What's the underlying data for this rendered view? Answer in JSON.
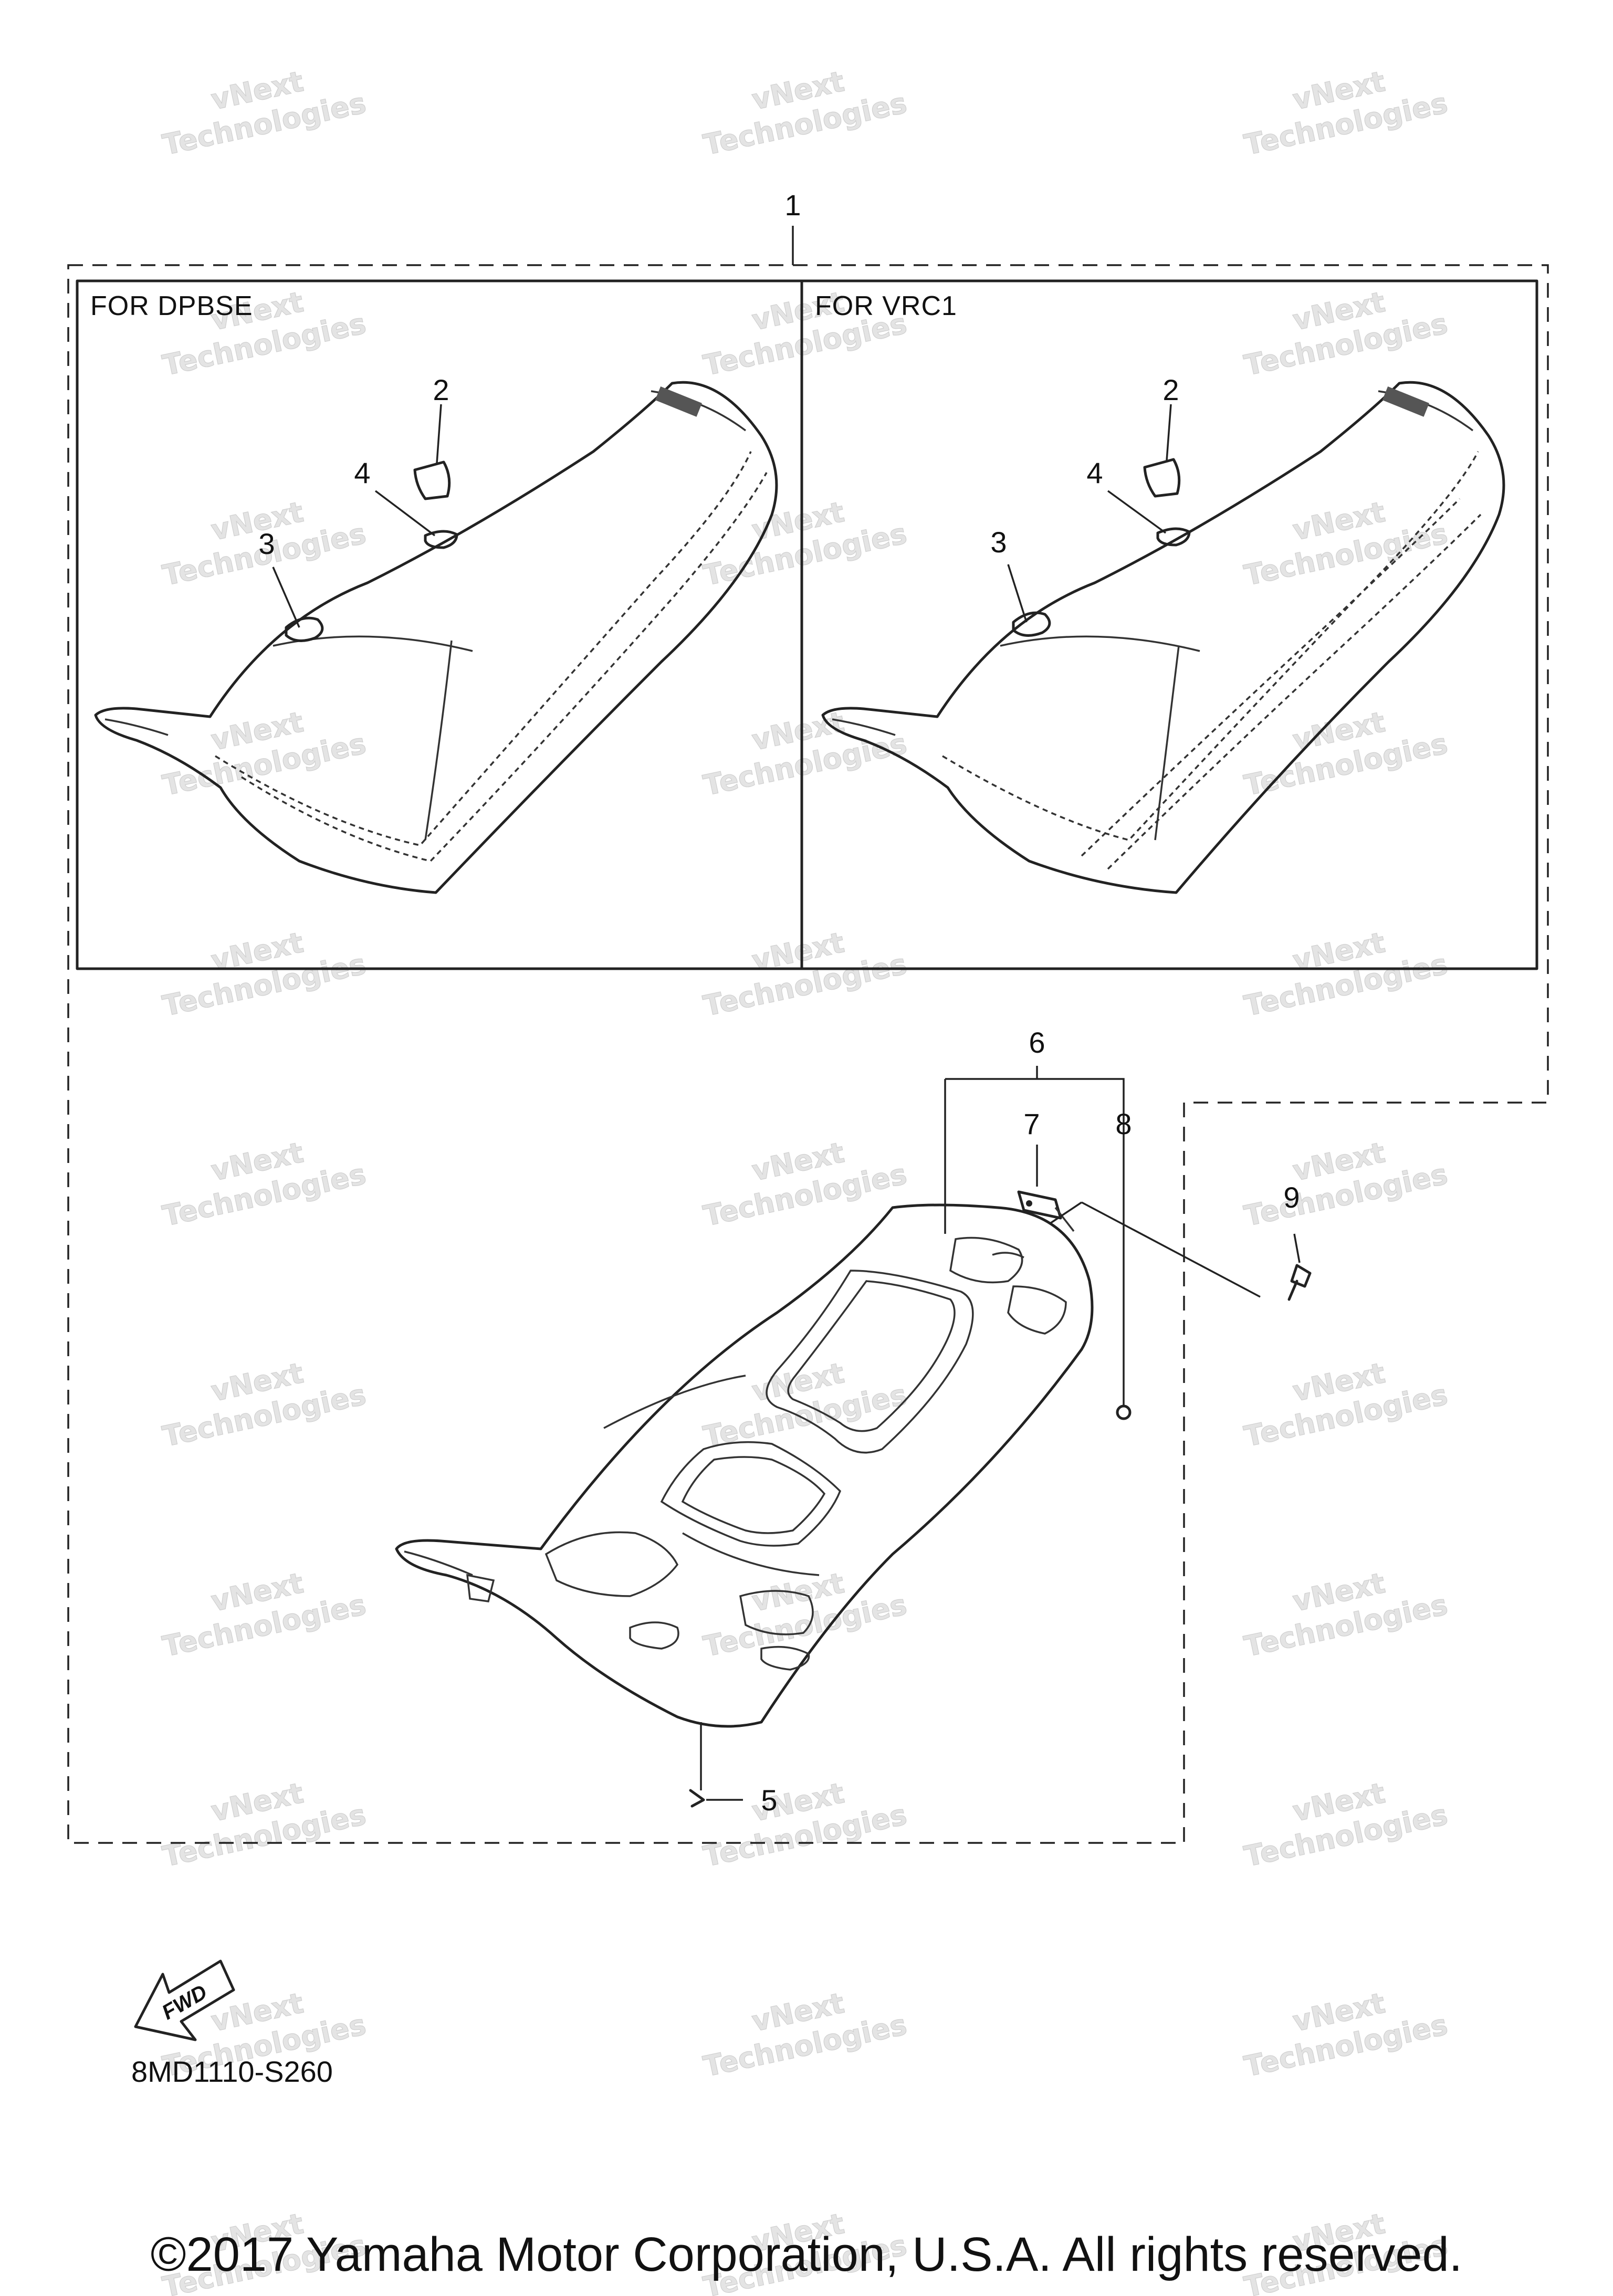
{
  "diagram": {
    "callouts": [
      "1",
      "2",
      "3",
      "4",
      "5",
      "6",
      "7",
      "8",
      "9"
    ],
    "variant_left": {
      "label": "FOR DPBSE",
      "callout_2": "2",
      "callout_3": "3",
      "callout_4": "4"
    },
    "variant_right": {
      "label": "FOR VRC1",
      "callout_2": "2",
      "callout_3": "3",
      "callout_4": "4"
    },
    "direction_badge": {
      "text": "FWD",
      "icon": "forward-arrow-icon"
    },
    "diagram_code": "8MD1110-S260",
    "copyright": "©2017 Yamaha Motor Corporation, U.S.A. All rights reserved.",
    "watermark": {
      "line1": "vNext",
      "line2": "Technologies",
      "color": "#d6d6d6"
    }
  }
}
